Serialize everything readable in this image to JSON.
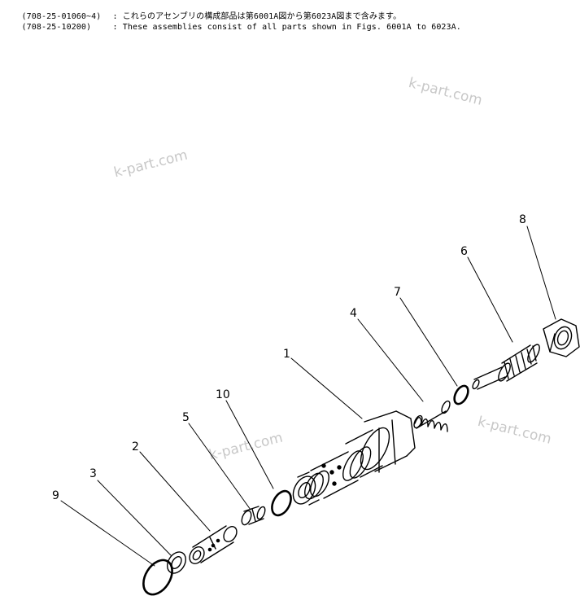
{
  "header_notes": [
    {
      "code": "(708-25-01060~4)",
      "text": ": これらのアセンブリの構成部品は第6001A図から第6023A図まで含みます。"
    },
    {
      "code": "(708-25-10200)",
      "text": ": These assemblies consist of all parts shown in Figs. 6001A to 6023A."
    }
  ],
  "watermark_text": "k-part.com",
  "callouts": [
    "1",
    "2",
    "3",
    "4",
    "5",
    "6",
    "7",
    "8",
    "9",
    "10"
  ]
}
